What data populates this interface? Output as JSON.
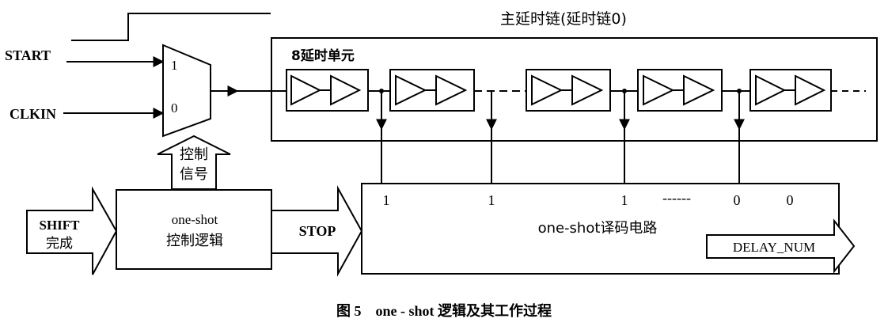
{
  "title": "主延时链(延时链0)",
  "caption": "图 5    one - shot 逻辑及其工作过程",
  "inputs": {
    "start": "START",
    "clkin": "CLKIN"
  },
  "mux": {
    "in1": "1",
    "in0": "0"
  },
  "unit_label": "8延时单元",
  "control_signal": [
    "控制",
    "信号"
  ],
  "shift_done": [
    "SHIFT",
    "完成"
  ],
  "oneshot_control": [
    "one-shot",
    "控制逻辑"
  ],
  "stop": "STOP",
  "decoder": {
    "title": "one-shot译码电路",
    "output": "DELAY_NUM"
  },
  "taps": [
    {
      "value": "1",
      "dots": ""
    },
    {
      "value": "1",
      "dots": ""
    },
    {
      "value": "1",
      "dots": "------"
    },
    {
      "value": "0",
      "dots": ""
    },
    {
      "value": "0",
      "dots": ""
    }
  ]
}
